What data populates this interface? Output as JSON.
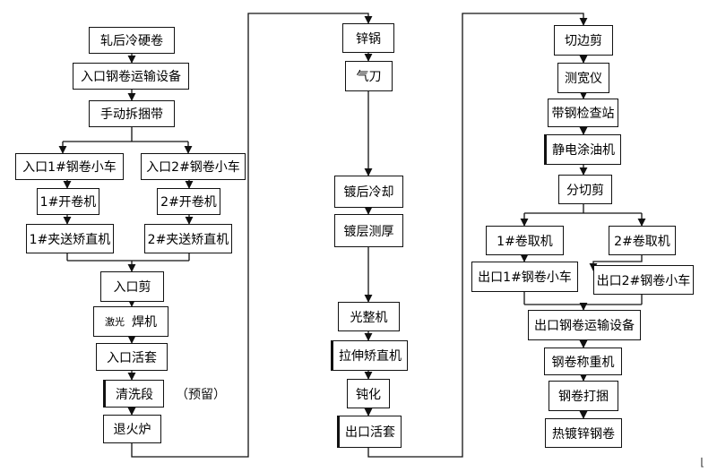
{
  "flowchart": {
    "col1": {
      "s1": "轧后冷硬卷",
      "s2": "入口钢卷运输设备",
      "s3": "手动拆捆带",
      "s4a": "入口1#钢卷小车",
      "s4b": "入口2#钢卷小车",
      "s5a": "1#开卷机",
      "s5b": "2#开卷机",
      "s6a": "1#夹送矫直机",
      "s6b": "2#夹送矫直机",
      "s7": "入口剪",
      "s8_small": "激光",
      "s8": "焊机",
      "s9": "入口活套",
      "s10": "清洗段",
      "s10_note": "（预留）",
      "s11": "退火炉"
    },
    "col2": {
      "s1": "锌锅",
      "s2": "气刀",
      "s3": "镀后冷却",
      "s4": "镀层测厚",
      "s5": "光整机",
      "s6": "拉伸矫直机",
      "s7": "钝化",
      "s8": "出口活套"
    },
    "col3": {
      "s1": "切边剪",
      "s2": "测宽仪",
      "s3": "带钢检查站",
      "s4": "静电涂油机",
      "s5": "分切剪",
      "s6a": "1#卷取机",
      "s6b": "2#卷取机",
      "s7a": "出口1#钢卷小车",
      "s7b": "出口2#钢卷小车",
      "s8": "出口钢卷运输设备",
      "s9": "钢卷称重机",
      "s10": "钢卷打捆",
      "s11": "热镀锌钢卷"
    }
  }
}
